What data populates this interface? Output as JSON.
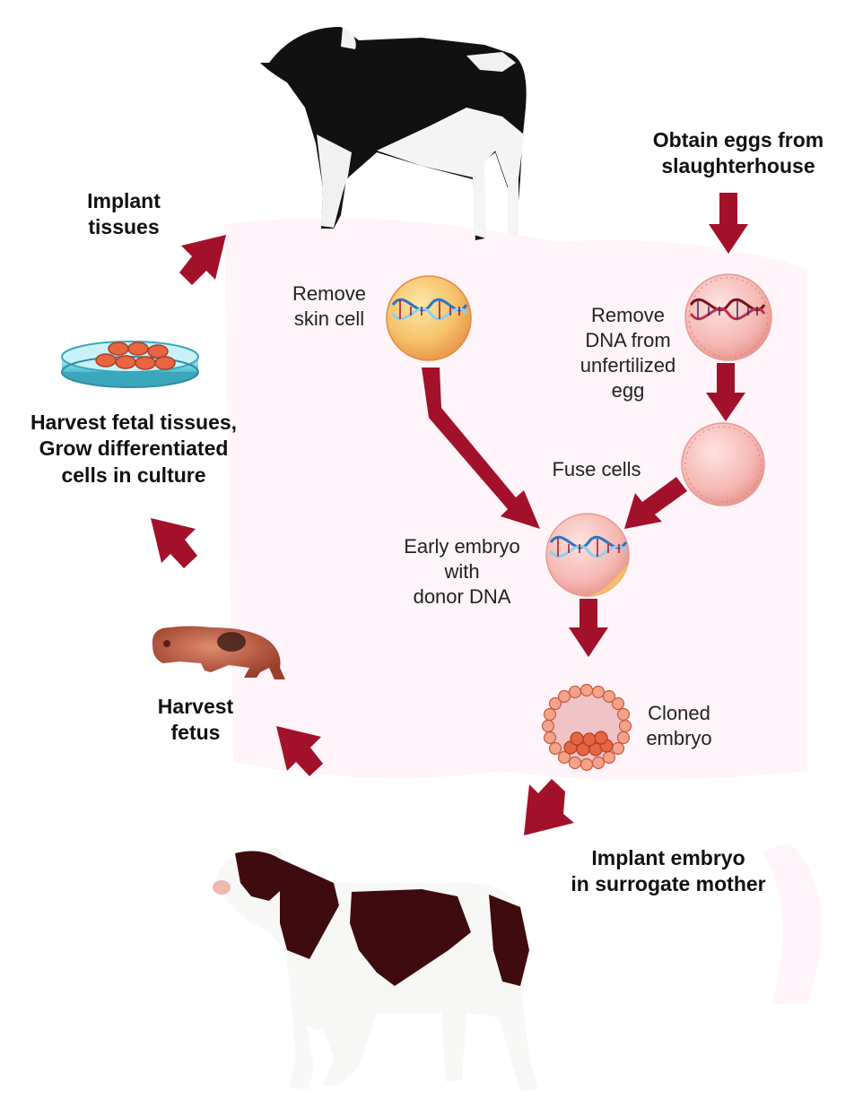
{
  "labels": {
    "obtain_eggs": [
      "Obtain eggs from",
      "slaughterhouse"
    ],
    "implant_tissues": [
      "Implant",
      "tissues"
    ],
    "remove_skin_cell": [
      "Remove",
      "skin cell"
    ],
    "remove_dna": [
      "Remove",
      "DNA from",
      "unfertilized",
      "egg"
    ],
    "fuse_cells": [
      "Fuse cells"
    ],
    "early_embryo": [
      "Early embryo",
      "with",
      "donor DNA"
    ],
    "harvest_fetal": [
      "Harvest fetal tissues,",
      "Grow differentiated",
      "cells in culture"
    ],
    "harvest_fetus": [
      "Harvest",
      "fetus"
    ],
    "cloned_embryo": [
      "Cloned",
      "embryo"
    ],
    "implant_embryo": [
      "Implant embryo",
      "in surrogate mother"
    ]
  },
  "colors": {
    "arrow": "#a3102a",
    "cell_fill": "#f6b9b4",
    "cell_edge": "#e79a92",
    "skin_cell": "#f4b26a",
    "dna_blue": "#2c74c4",
    "dna_red": "#a3102a",
    "blastomere": "#e8653f",
    "petri_fill": "#7fd3e0",
    "cow_black": "#111111",
    "cow_maroon": "#3e0b0f",
    "background_tint": "#fdf0f8"
  }
}
